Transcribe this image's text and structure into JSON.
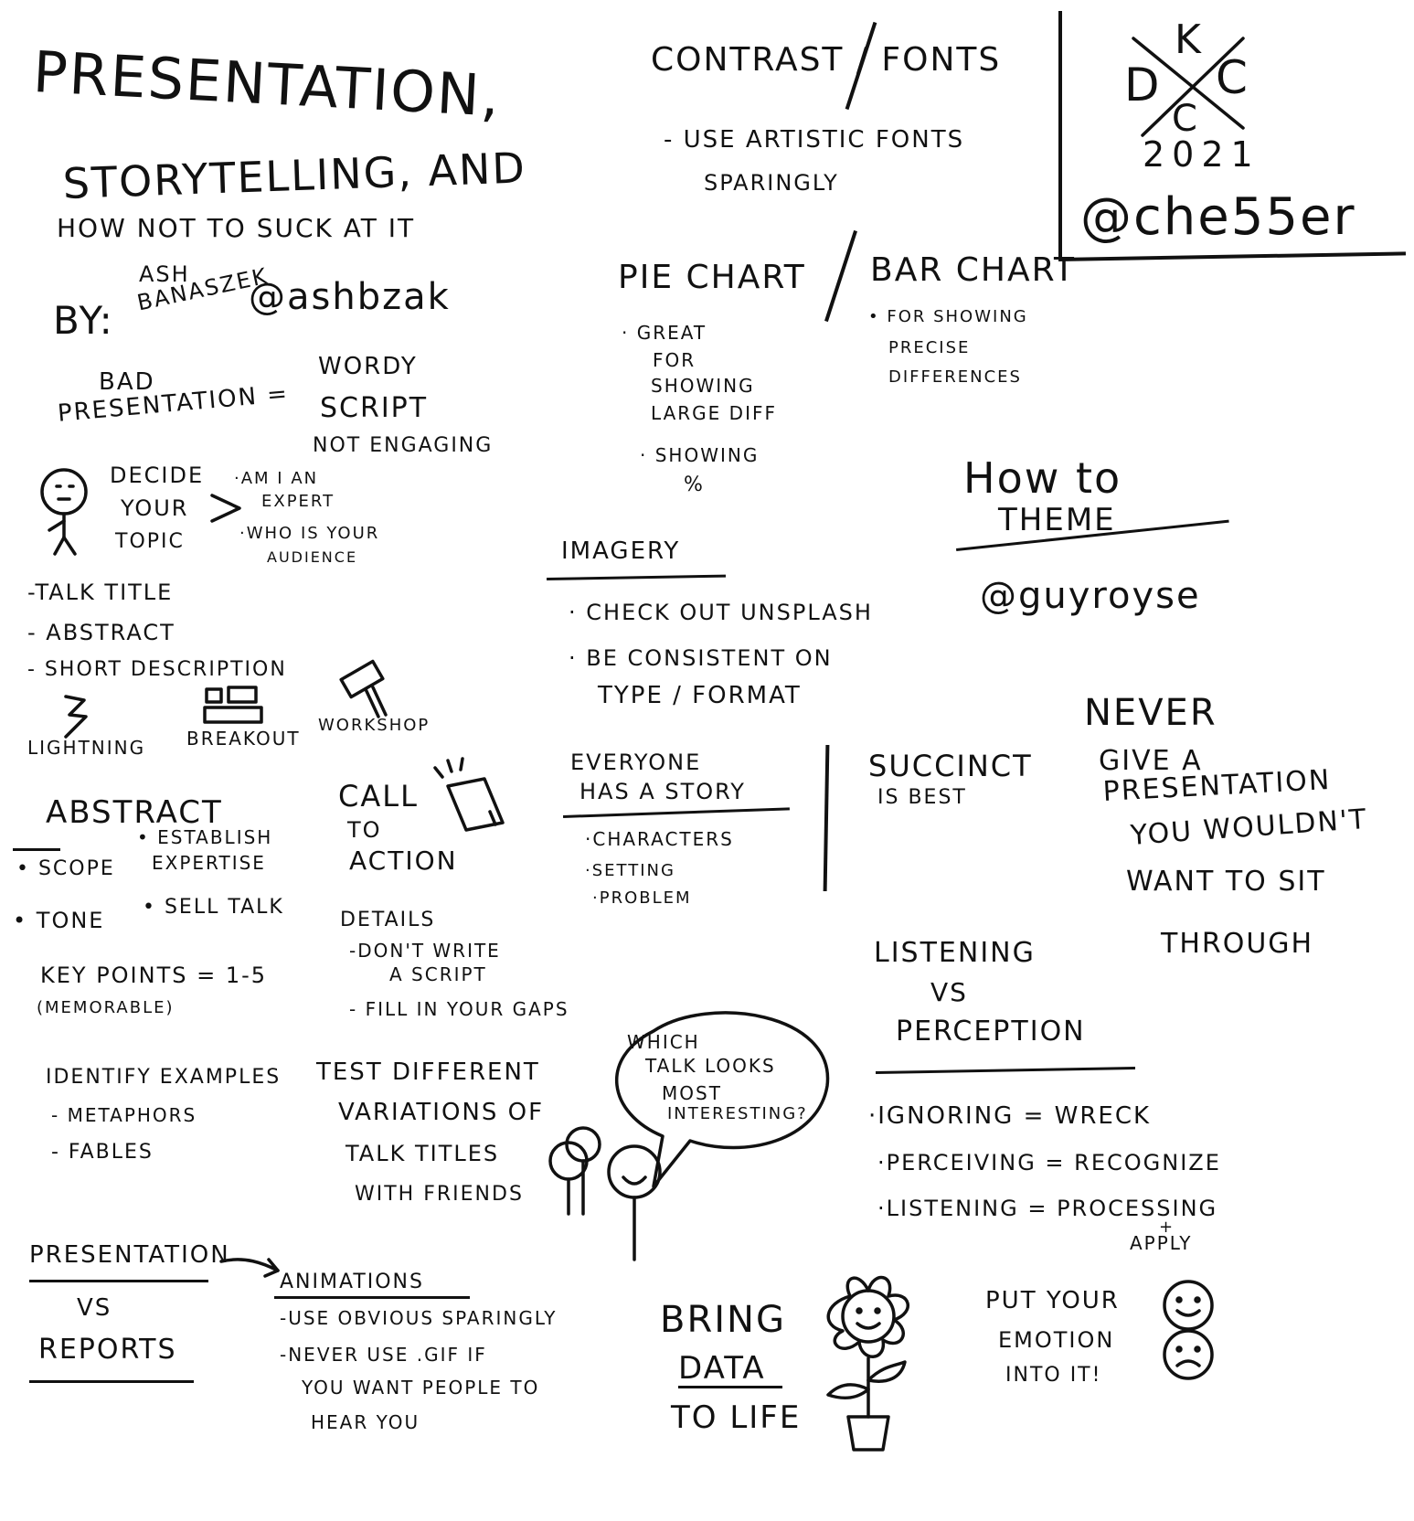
{
  "title": {
    "line1": "Presentation,",
    "line2": "Storytelling, And",
    "line3": "How not to suck at it",
    "author_first": "Ash",
    "author_by": "By:",
    "author_last": "Banaszek",
    "author_handle": "@ashbzak"
  },
  "badge": {
    "letter_d": "D",
    "letter_k": "K",
    "letter_c1": "C",
    "letter_c2": "C",
    "year": "2021",
    "handle": "@che55er"
  },
  "bad_presentation": {
    "label_1": "Bad",
    "label_2": "Presentation =",
    "items": [
      "Wordy",
      "Script",
      "Not Engaging"
    ]
  },
  "decide": {
    "label": [
      "Decide",
      "Your",
      "Topic"
    ],
    "questions": [
      "·Am I an",
      "Expert",
      "·Who is your",
      "Audience"
    ]
  },
  "talk_list": [
    "-Talk Title",
    "- Abstract",
    "- Short Description"
  ],
  "formats": [
    "Lightning",
    "Breakout",
    "Workshop"
  ],
  "abstract": {
    "heading": "Abstract",
    "items": [
      "• Scope",
      "• Establish",
      "Expertise",
      "• Tone",
      "• Sell Talk"
    ]
  },
  "key_points": [
    "Key Points = 1-5",
    "(memorable)"
  ],
  "identify": [
    "Identify examples",
    "- Metaphors",
    "- Fables"
  ],
  "call_to_action": [
    "Call",
    "To",
    "Action"
  ],
  "details": [
    "Details",
    "-Don't Write",
    "A Script",
    "- Fill in your gaps"
  ],
  "test": [
    "Test Different",
    "Variations of",
    "Talk Titles",
    "With Friends"
  ],
  "speech_bubble": [
    "Which",
    "Talk looks",
    "most",
    "interesting?"
  ],
  "presentation_vs": [
    "Presentation",
    "VS",
    "Reports"
  ],
  "animations": {
    "heading": "Animations",
    "items": [
      "-Use obvious sparingly",
      "-Never use .gif if",
      "You want people to",
      "hear you"
    ]
  },
  "contrast": {
    "heading": "Contrast / Fonts",
    "items": [
      "- Use Artistic Fonts",
      "Sparingly"
    ]
  },
  "pie": {
    "heading": "Pie Chart",
    "items": [
      "· Great",
      "for",
      "Showing",
      "Large Diff",
      "· Showing",
      "%"
    ]
  },
  "bar": {
    "heading": "Bar Chart",
    "items": [
      "• For Showing",
      "Precise",
      "Differences"
    ]
  },
  "theme": [
    "How to",
    "Theme",
    "@guyroyse"
  ],
  "imagery": {
    "heading": "Imagery",
    "items": [
      "· Check out Unsplash",
      "· Be Consistent on",
      "Type / Format"
    ]
  },
  "story": {
    "heading": [
      "Everyone",
      "Has a story"
    ],
    "items": [
      "·Characters",
      "·Setting",
      "·Problem"
    ]
  },
  "succinct": [
    "Succinct",
    "is best"
  ],
  "never": [
    "Never",
    "Give a",
    "Presentation",
    "You wouldn't",
    "Want to sit",
    "Through"
  ],
  "listening": {
    "heading": [
      "Listening",
      "VS",
      "Perception"
    ],
    "items": [
      "·Ignoring = Wreck",
      "·Perceiving = Recognize",
      "·Listening = Processing",
      "+",
      "Apply"
    ]
  },
  "bring_data": [
    "Bring",
    "Data",
    "To Life"
  ],
  "emotion": [
    "Put your",
    "Emotion",
    "into it!"
  ]
}
